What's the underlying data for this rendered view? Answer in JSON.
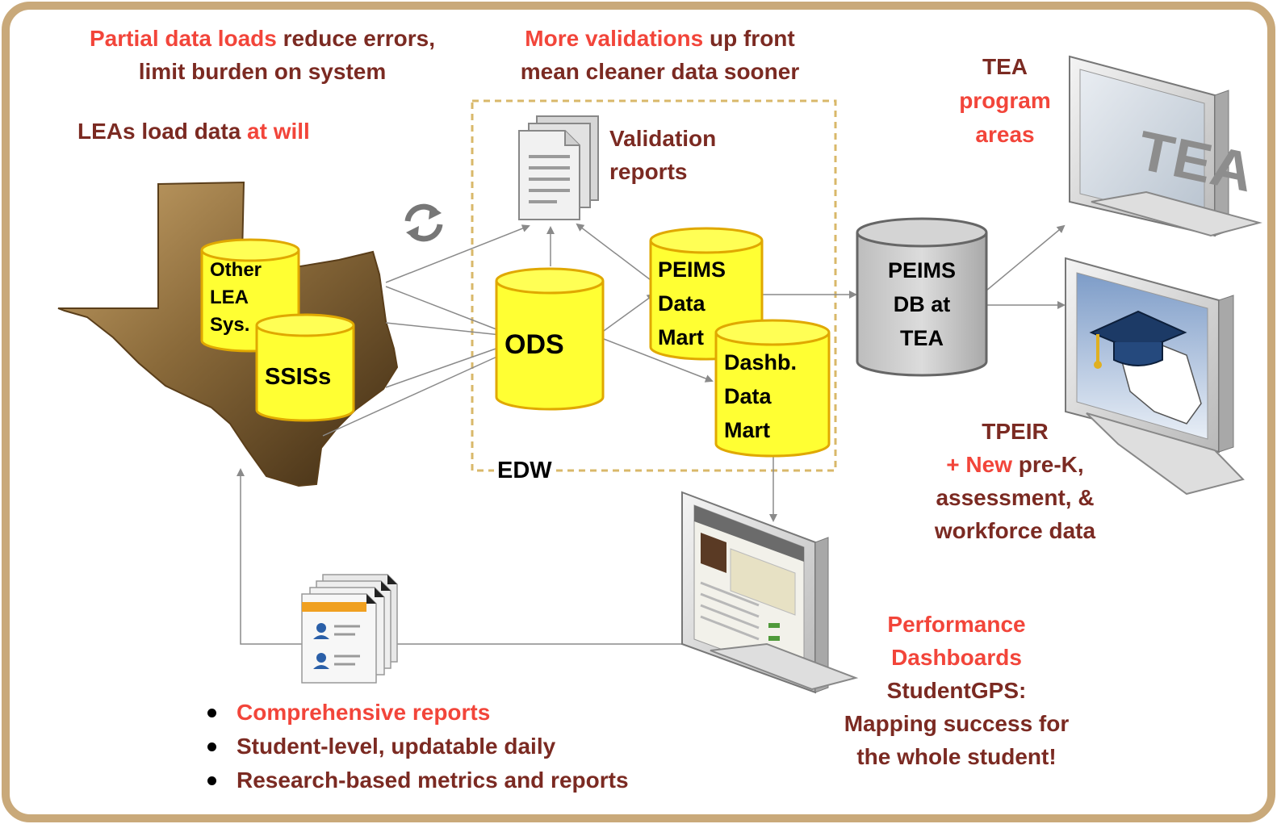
{
  "colors": {
    "frame_border": "#c9a97a",
    "accent_red": "#f2453a",
    "text_dark_red": "#7b2a22",
    "cylinder_yellow": "#ffff33",
    "cylinder_border": "#e0a800",
    "teradata_gray": "#c8c8c8",
    "texas_brown": "#8a6a3a",
    "edw_dash": "#d9b86a"
  },
  "top_left": {
    "line1_accent": "Partial data loads",
    "line1_rest": " reduce errors,",
    "line2": "limit burden on system"
  },
  "top_center": {
    "line1_accent": "More validations",
    "line1_rest": " up front",
    "line2": "mean cleaner data sooner"
  },
  "leas": {
    "prefix": "LEAs load data ",
    "accent": "at will"
  },
  "validation": {
    "line1": "Validation",
    "line2": "reports"
  },
  "cylinders": {
    "other_lea": [
      "Other",
      "LEA",
      "Sys."
    ],
    "ssis": "SSISs",
    "ods": "ODS",
    "peims_mart": [
      "PEIMS",
      "Data",
      "Mart"
    ],
    "dash_mart": [
      "Dashb.",
      "Data",
      "Mart"
    ],
    "peims_db": [
      "PEIMS",
      "DB at",
      "TEA"
    ]
  },
  "edw_label": "EDW",
  "tea_program": {
    "line1": "TEA",
    "line2": "program",
    "line3": "areas"
  },
  "tpeir": {
    "line1": "TPEIR",
    "line2_accent": "+ New",
    "line2_rest": " pre-K,",
    "line3": "assessment, &",
    "line4": "workforce data"
  },
  "dashboards": {
    "line1": "Performance",
    "line2": "Dashboards",
    "line3": "StudentGPS:",
    "line4": "Mapping success for",
    "line5": "the whole student!"
  },
  "bullets": [
    "Comprehensive reports",
    "Student-level, updatable daily",
    "Research-based metrics and reports"
  ],
  "monitor_logo": "TEA",
  "icons": {
    "refresh": "refresh-icon",
    "documents": "documents-icon",
    "report_cards": "report-cards-icon",
    "texas_map": "texas-map-icon",
    "monitor": "monitor-icon",
    "graduation_cap": "graduation-cap-icon"
  }
}
